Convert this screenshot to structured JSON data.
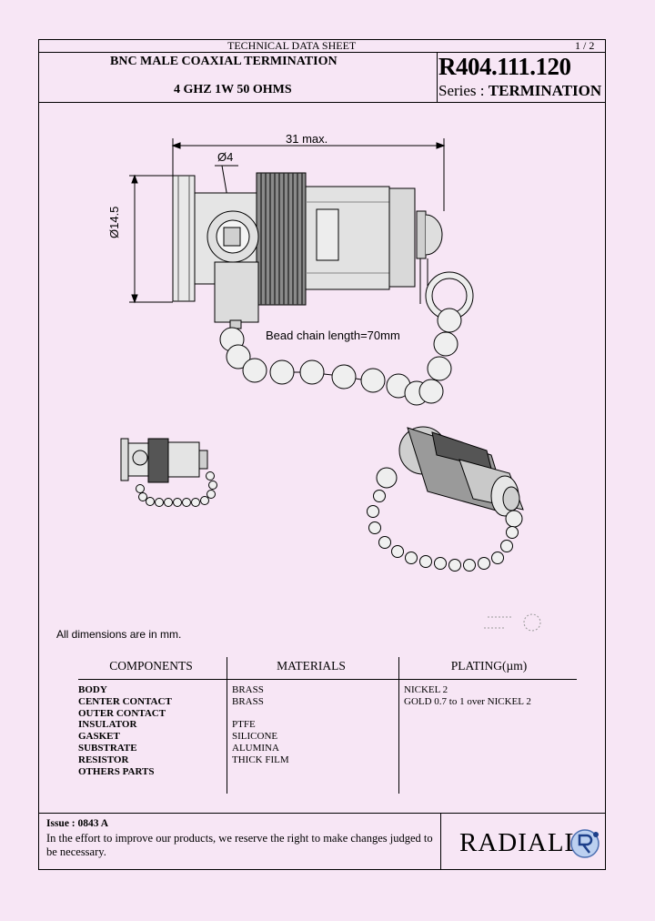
{
  "header": {
    "doc_type": "TECHNICAL DATA SHEET",
    "page": "1 / 2",
    "title": "BNC MALE COAXIAL TERMINATION",
    "subtitle": "4 GHZ 1W 50 OHMS",
    "part_number": "R404.111.120",
    "series_label": "Series :",
    "series_value": "TERMINATION"
  },
  "drawing": {
    "dim_length": "31 max.",
    "dim_hole": "Ø4",
    "dim_diameter": "Ø14.5",
    "chain_note": "Bead chain length=70mm"
  },
  "note": "All dimensions are in mm.",
  "table": {
    "headers": [
      "COMPONENTS",
      "MATERIALS",
      "PLATING(µm)"
    ],
    "components": [
      "BODY",
      "CENTER CONTACT",
      "OUTER CONTACT",
      "INSULATOR",
      "GASKET",
      "SUBSTRATE",
      "RESISTOR",
      "OTHERS PARTS"
    ],
    "materials": [
      "BRASS",
      "BRASS",
      "",
      "PTFE",
      "SILICONE",
      "ALUMINA",
      "THICK FILM",
      ""
    ],
    "plating": [
      "NICKEL 2",
      "GOLD 0.7 to 1 over NICKEL 2",
      "",
      "",
      "",
      "",
      "",
      ""
    ]
  },
  "footer": {
    "issue": "Issue : 0843 A",
    "notice": "In the effort to improve our products, we reserve the right to make changes judged to be necessary.",
    "brand": "RADIALL"
  }
}
